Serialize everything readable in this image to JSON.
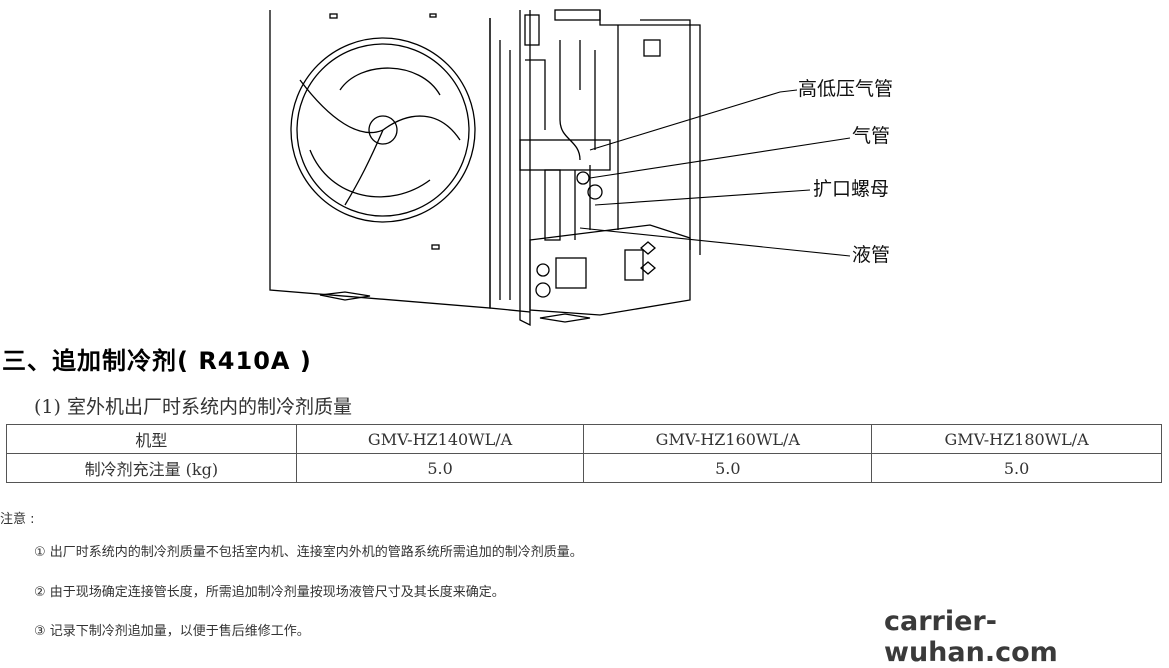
{
  "figure": {
    "callouts": {
      "high_low_pressure_pipe": "高低压气管",
      "gas_pipe": "气管",
      "flare_nut": "扩口螺母",
      "liquid_pipe": "液管"
    }
  },
  "section": {
    "heading": "三、追加制冷剂( R410A )",
    "subheading": "(1) 室外机出厂时系统内的制冷剂质量"
  },
  "table": {
    "header": [
      "机型",
      "GMV-HZ140WL/A",
      "GMV-HZ160WL/A",
      "GMV-HZ180WL/A"
    ],
    "row": [
      "制冷剂充注量 (kg)",
      "5.0",
      "5.0",
      "5.0"
    ]
  },
  "notes": {
    "title": "注意 :",
    "items": [
      "① 出厂时系统内的制冷剂质量不包括室内机、连接室内外机的管路系统所需追加的制冷剂质量。",
      "② 由于现场确定连接管长度，所需追加制冷剂量按现场液管尺寸及其长度来确定。",
      "③ 记录下制冷剂追加量，以便于售后维修工作。"
    ]
  },
  "watermark": "carrier-wuhan.com"
}
